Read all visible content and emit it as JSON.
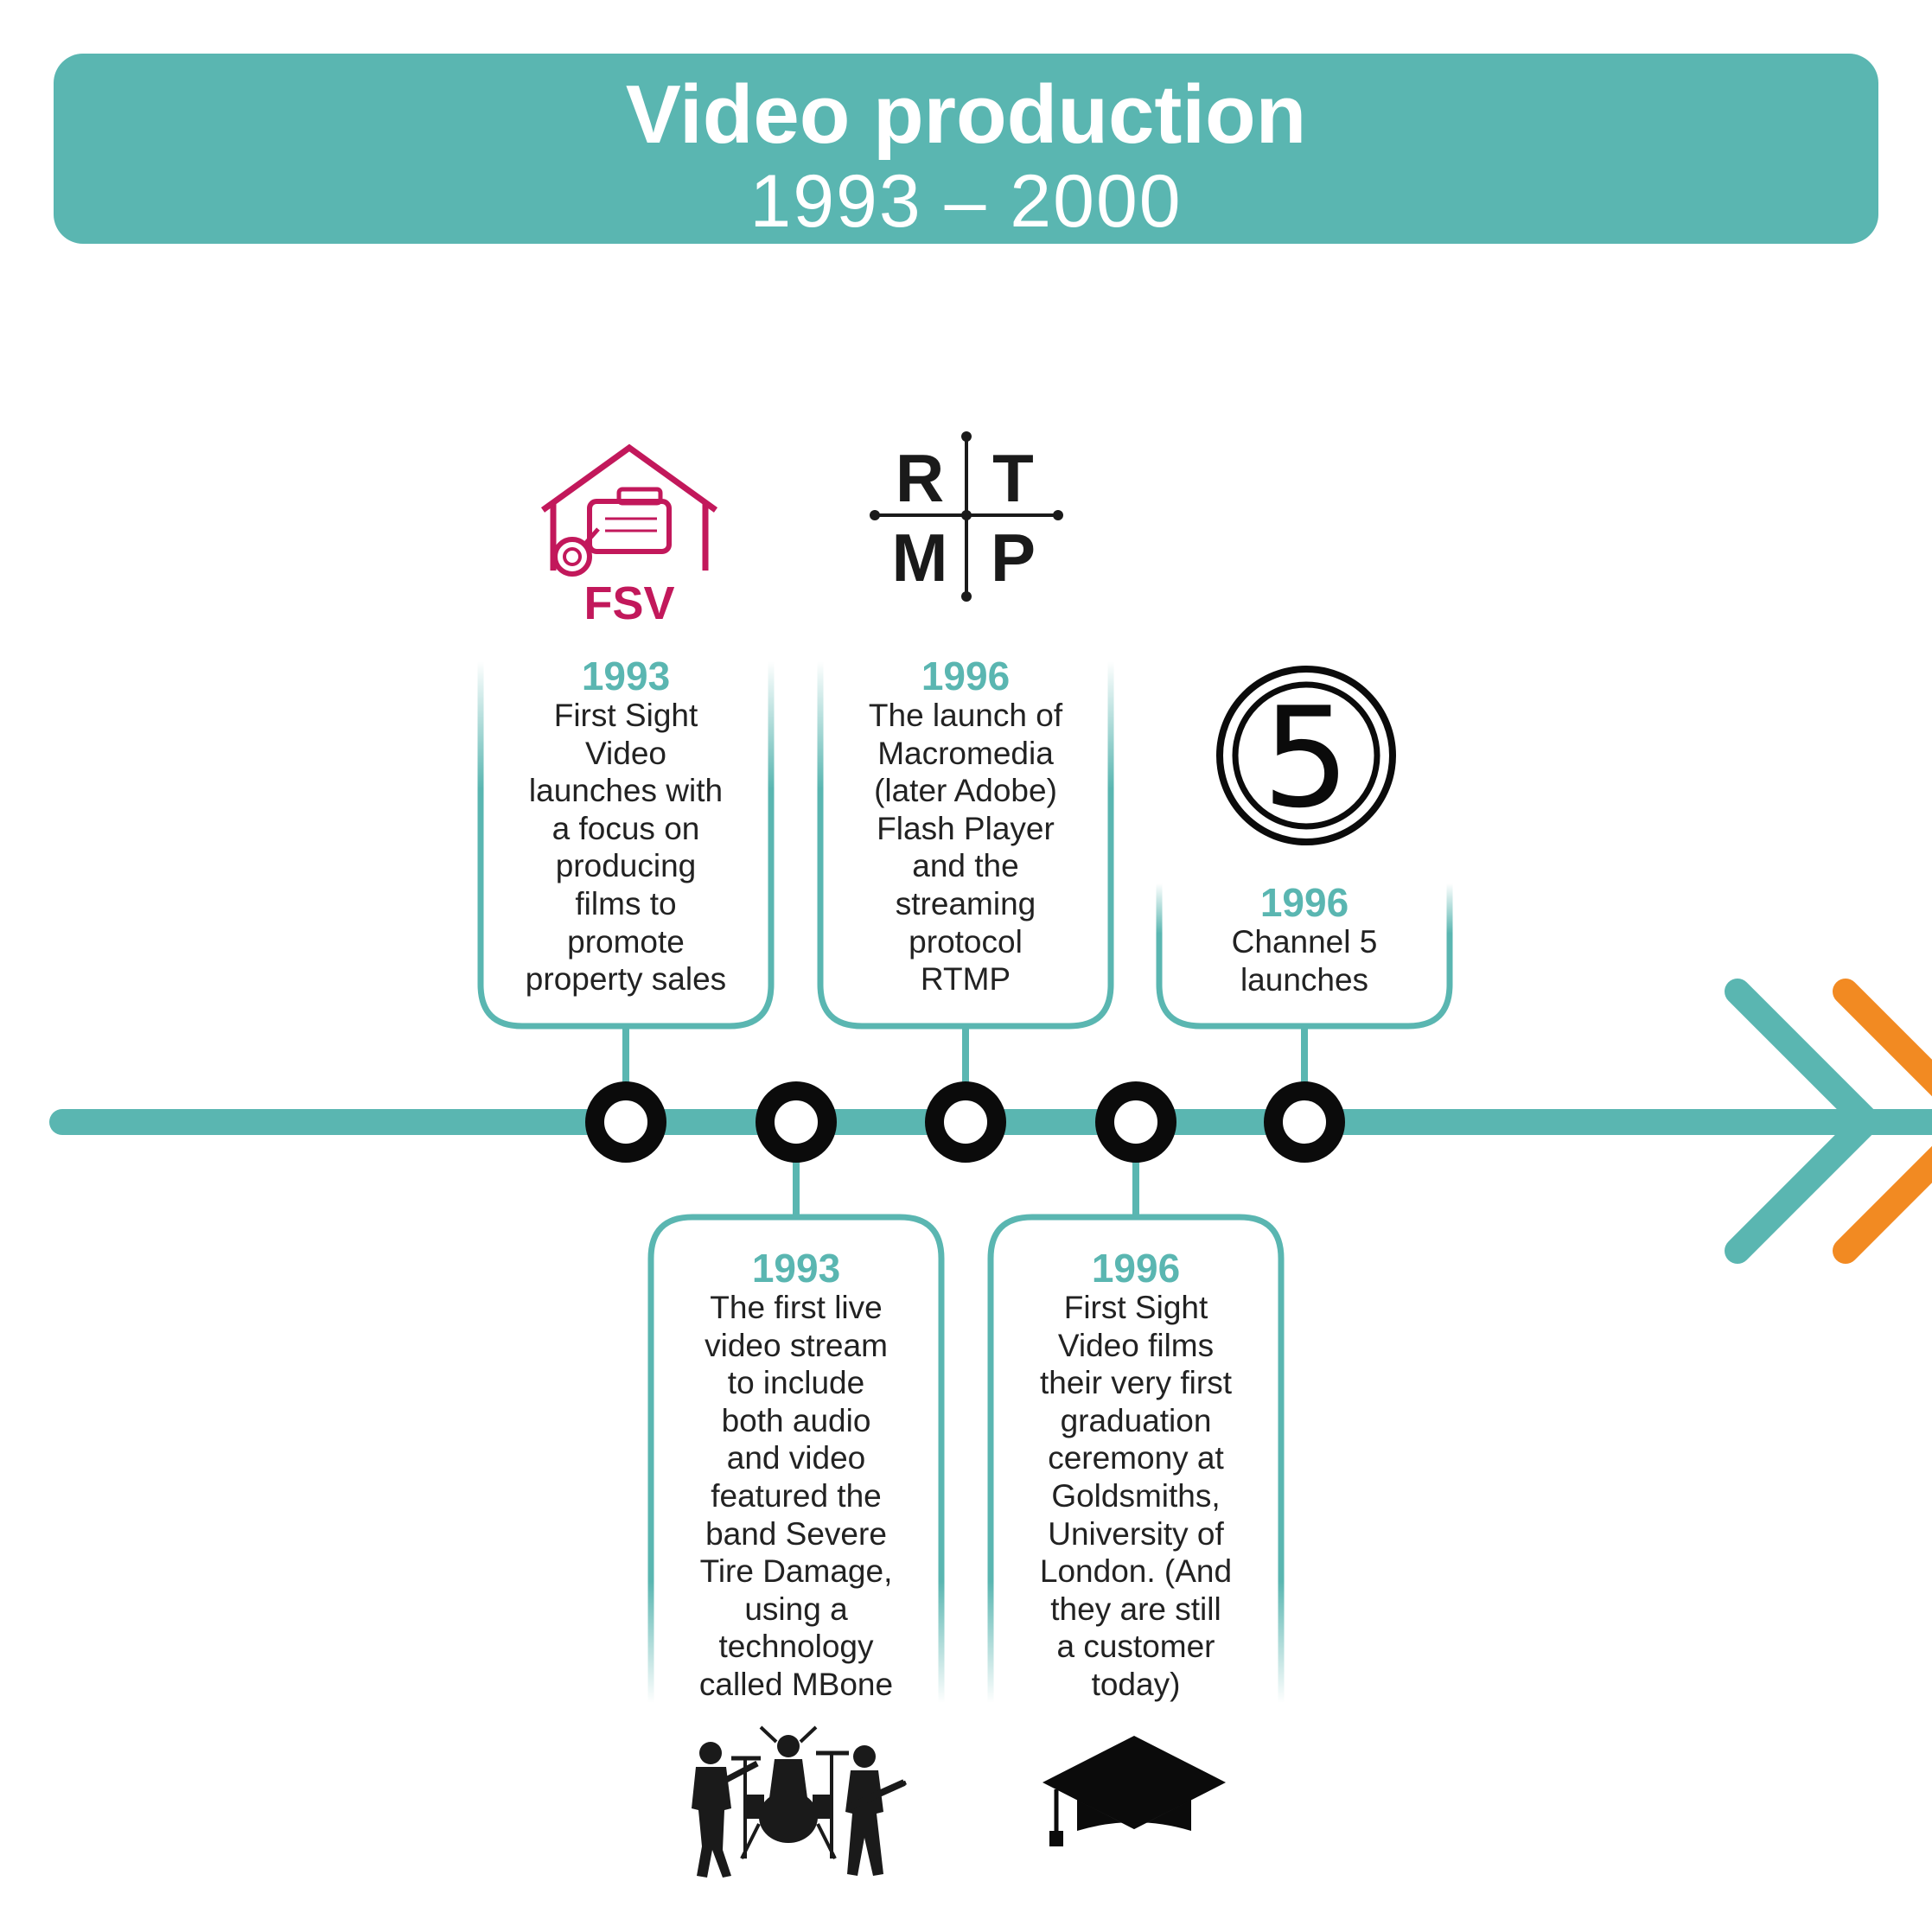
{
  "header": {
    "title": "Video production",
    "subtitle": "1993 – 2000"
  },
  "colors": {
    "teal": "#5ab6b1",
    "orange": "#f28a22",
    "black": "#0b0b0b",
    "fsv_magenta": "#c2185b"
  },
  "logos": {
    "fsv_text": "FSV",
    "rtmp": {
      "r": "R",
      "t": "T",
      "m": "M",
      "p": "P"
    },
    "channel5_text": "5"
  },
  "events": [
    {
      "year": "1993",
      "lines": [
        "First Sight",
        "Video",
        "launches with",
        "a focus on",
        "producing",
        "films to",
        "promote",
        "property sales"
      ],
      "icon": "fsv-logo"
    },
    {
      "year": "1993",
      "lines": [
        "The first live",
        "video stream",
        "to include",
        "both audio",
        "and video",
        "featured the",
        "band Severe",
        "Tire Damage,",
        "using a",
        "technology",
        "called MBone"
      ],
      "icon": "band-silhouette"
    },
    {
      "year": "1996",
      "lines": [
        "The launch of",
        "Macromedia",
        "(later Adobe)",
        "Flash Player",
        "and the",
        "streaming",
        "protocol",
        "RTMP"
      ],
      "icon": "rtmp-logo"
    },
    {
      "year": "1996",
      "lines": [
        "First Sight",
        "Video films",
        "their very first",
        "graduation",
        "ceremony at",
        "Goldsmiths,",
        "University of",
        "London. (And",
        "they are still",
        "a customer",
        "today)"
      ],
      "icon": "graduation-cap"
    },
    {
      "year": "1996",
      "lines": [
        "Channel 5",
        "launches"
      ],
      "icon": "channel5-logo"
    }
  ]
}
